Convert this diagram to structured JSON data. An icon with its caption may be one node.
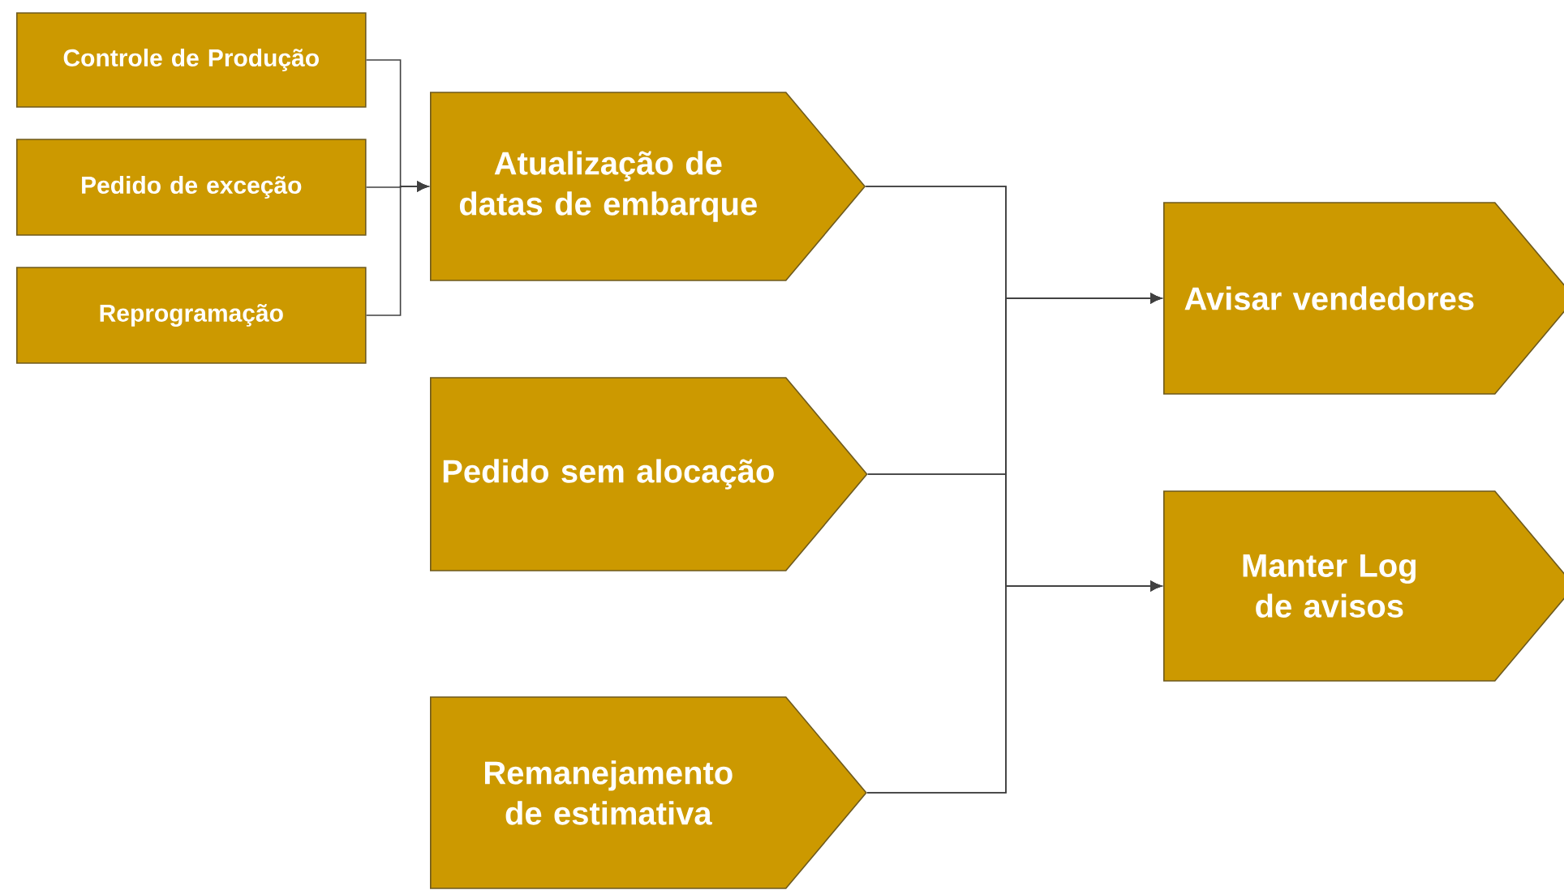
{
  "diagram": {
    "nodes": [
      {
        "text": [
          "Controle de Produção"
        ]
      },
      {
        "text": [
          "Pedido de exceção"
        ]
      },
      {
        "text": [
          "Reprogramação"
        ]
      },
      {
        "text": [
          "Atualização de datas de embarque"
        ]
      },
      {
        "text": [
          "Pedido sem alocação"
        ]
      },
      {
        "text": [
          "Remanejamento de estimativa"
        ]
      },
      {
        "text": [
          "Avisar vendedores"
        ]
      },
      {
        "text": [
          "Manter Log de avisos"
        ]
      }
    ],
    "edges": [
      {
        "from": 0,
        "to": 3,
        "arrow": "to"
      },
      {
        "from": 1,
        "to": 3,
        "arrow": "to"
      },
      {
        "from": 2,
        "to": 3,
        "arrow": "to"
      },
      {
        "from": 3,
        "to": 6,
        "arrow": "to"
      },
      {
        "from": 3,
        "to": 7,
        "arrow": "to"
      },
      {
        "from": 4,
        "to": 6,
        "arrow": "to"
      },
      {
        "from": 4,
        "to": 7,
        "arrow": "to"
      },
      {
        "from": 5,
        "to": 6,
        "arrow": "to"
      },
      {
        "from": 5,
        "to": 7,
        "arrow": "to"
      }
    ]
  }
}
